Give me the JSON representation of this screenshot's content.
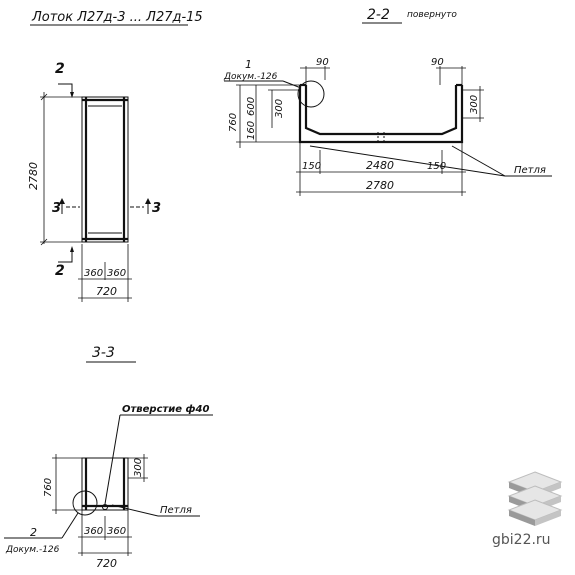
{
  "title_main": "Лоток Л27д-3 ... Л27д-15",
  "section_22": {
    "label": "2-2",
    "note": "повернуто",
    "callout_num": "1",
    "callout_doc": "Докум.-126",
    "dim_top_left": "90",
    "dim_top_right": "90",
    "dim_760": "760",
    "dim_600": "600",
    "dim_160": "160",
    "dim_300_left": "300",
    "dim_300_right": "300",
    "dim_150_left": "150",
    "dim_2480": "2480",
    "dim_150_right": "150",
    "dim_2780": "2780",
    "petlya": "Петля"
  },
  "plan_view": {
    "cut2_label_top": "2",
    "cut2_label_bottom": "2",
    "cut3_left": "3",
    "cut3_right": "3",
    "dim_2780": "2780",
    "dim_360_a": "360",
    "dim_360_b": "360",
    "dim_720": "720"
  },
  "section_33": {
    "label": "3-3",
    "hole_label": "Отверстие ф40",
    "dim_760": "760",
    "dim_300": "300",
    "petlya": "Петля",
    "callout_num": "2",
    "callout_doc": "Докум.-126",
    "dim_360_a": "360",
    "dim_360_b": "360",
    "dim_720": "720"
  },
  "watermark": "gbi22.ru",
  "colors": {
    "ink": "#111111",
    "logo_light": "#d9d9d9",
    "logo_dark": "#9a9a9a"
  }
}
